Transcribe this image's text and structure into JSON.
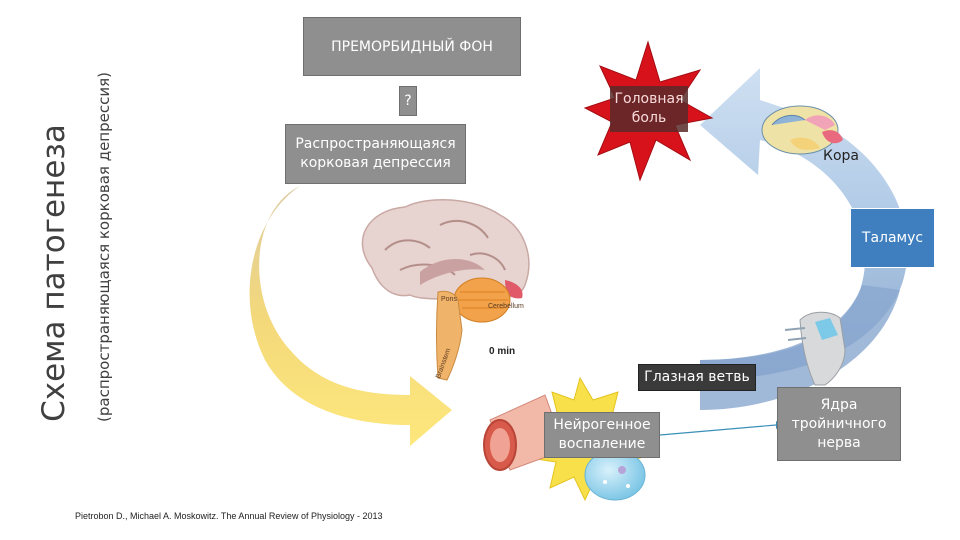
{
  "title": "Схема патогенеза",
  "subtitle": "(распространяющаяся корковая депрессия)",
  "boxes": {
    "premorbid": "ПРЕМОРБИДНЫЙ ФОН",
    "question": "?",
    "csd": "Распространяющаяся корковая депрессия",
    "headache": "Головная боль",
    "cortex": "Кора",
    "thalamus": "Таламус",
    "ophthalmic": "Глазная ветвь",
    "inflammation": "Нейрогенное воспаление",
    "trigeminal": "Ядра тройничного нерва"
  },
  "brain_labels": {
    "pons": "Pons",
    "cerebellum": "Cerebellum",
    "brainstem": "Brainstem",
    "time": "0 min"
  },
  "citation": "Pietrobon D., Michael A. Moskowitz. The Annual Review of Physiology - 2013",
  "colors": {
    "yellow_arrow": "#f3d36a",
    "blue_arrow": "#9dbcdf",
    "gray_box": "#8f8f8f",
    "blue_box": "#3f7fbf",
    "star": "#d8121b"
  }
}
